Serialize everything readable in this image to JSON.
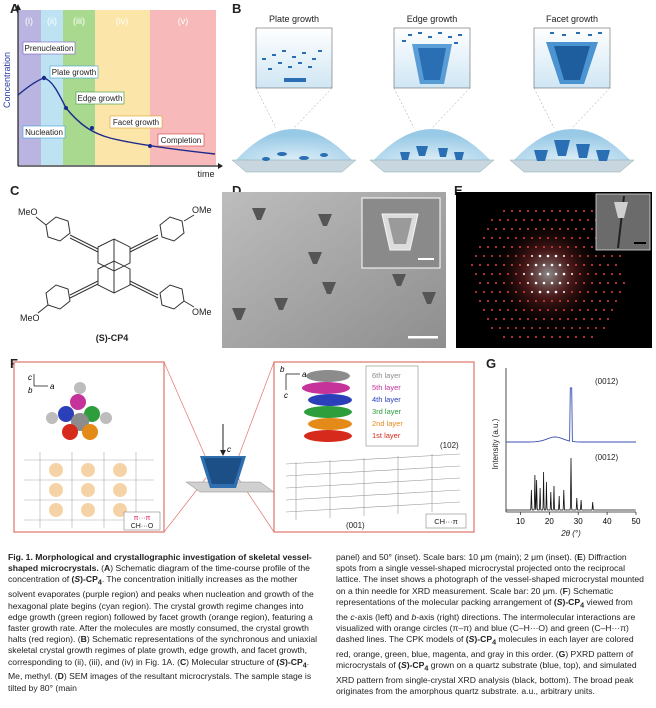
{
  "panel_labels": {
    "a": "A",
    "b": "B",
    "c": "C",
    "d": "D",
    "e": "E",
    "f": "F",
    "g": "G"
  },
  "panel_a": {
    "regions": [
      "(i)",
      "(ii)",
      "(iii)",
      "(iv)",
      "(v)"
    ],
    "region_colors": [
      "#b9b4e0",
      "#bde3f3",
      "#a9d98e",
      "#fbe5a9",
      "#f7b9b9"
    ],
    "ylabel": "Concentration",
    "xlabel": "time",
    "callouts": [
      "Prenucleation",
      "Plate growth",
      "Nucleation",
      "Edge growth",
      "Facet growth",
      "Completion"
    ]
  },
  "panel_b": {
    "titles": [
      "Plate growth",
      "Edge growth",
      "Facet growth"
    ]
  },
  "panel_c": {
    "substituent_top_left": "MeO",
    "substituent_top_right": "OMe",
    "substituent_bottom_left": "MeO",
    "substituent_bottom_right": "OMe",
    "compound": "(S)-CP4"
  },
  "panel_f": {
    "axes_left": {
      "c": "c",
      "a": "a",
      "b": "b"
    },
    "axes_right": {
      "b": "b",
      "a": "a",
      "c": "c"
    },
    "center_axis": "c",
    "legend": [
      "6th layer",
      "5th layer",
      "4th layer",
      "3rd layer",
      "2nd layer",
      "1st layer"
    ],
    "legend_colors": [
      "#8c8c8c",
      "#c5339a",
      "#2b3fb8",
      "#2e9e3c",
      "#e38a18",
      "#d62a1c"
    ],
    "interaction_left_top": "π···π",
    "interaction_left_bottom": "CH···O",
    "planes": [
      "(102)",
      "(001)"
    ],
    "interaction_right": "CH···π"
  },
  "panel_g": {
    "ylabel": "Intensity (a.u.)",
    "xlabel": "2θ (°)",
    "xticks": [
      "10",
      "20",
      "30",
      "40",
      "50"
    ],
    "peak_labels": [
      "(0012)",
      "(0012)"
    ]
  },
  "caption": {
    "col1_html": "<span class=\"cap-title\">Fig. 1. Morphological and crystallographic investigation of skeletal vessel-shaped microcrystals.</span> (<b>A</b>) Schematic diagram of the time-course profile of the concentration of <b>(<i>S</i>)-CP<sub>4</sub></b>. The concentration initially increases as the mother solvent evaporates (purple region) and peaks when nucleation and growth of the hexagonal plate begins (cyan region). The crystal growth regime changes into edge growth (green region) followed by facet growth (orange region), featuring a faster growth rate. After the molecules are mostly consumed, the crystal growth halts (red region). (<b>B</b>) Schematic representations of the synchronous and uniaxial skeletal crystal growth regimes of plate growth, edge growth, and facet growth, corresponding to (ii), (iii), and (iv) in Fig. 1A. (<b>C</b>) Molecular structure of <b>(<i>S</i>)-CP<sub>4</sub></b>. Me, methyl. (<b>D</b>) SEM images of the resultant microcrystals. The sample stage is tilted by 80° (main",
    "col2_html": "panel) and 50° (inset). Scale bars: 10 μm (main); 2 μm (inset). (<b>E</b>) Diffraction spots from a single vessel-shaped microcrystal projected onto the reciprocal lattice. The inset shows a photograph of the vessel-shaped microcrystal mounted on a thin needle for XRD measurement. Scale bar: 20 μm. (<b>F</b>) Schematic representations of the molecular packing arrangement of <b>(<i>S</i>)-CP<sub>4</sub></b> viewed from the <i>c</i>-axis (left) and <i>b</i>-axis (right) directions. The intermolecular interactions are visualized with orange circles (π–π) and blue (C–H···O) and green (C–H···π) dashed lines. The CPK models of <b>(<i>S</i>)-CP<sub>4</sub></b> molecules in each layer are colored red, orange, green, blue, magenta, and gray in this order. (<b>G</b>) PXRD pattern of microcrystals of <b>(<i>S</i>)-CP<sub>4</sub></b> grown on a quartz substrate (blue, top), and simulated XRD pattern from single-crystal XRD analysis (black, bottom). The broad peak originates from the amorphous quartz substrate. a.u., arbitrary units."
  }
}
